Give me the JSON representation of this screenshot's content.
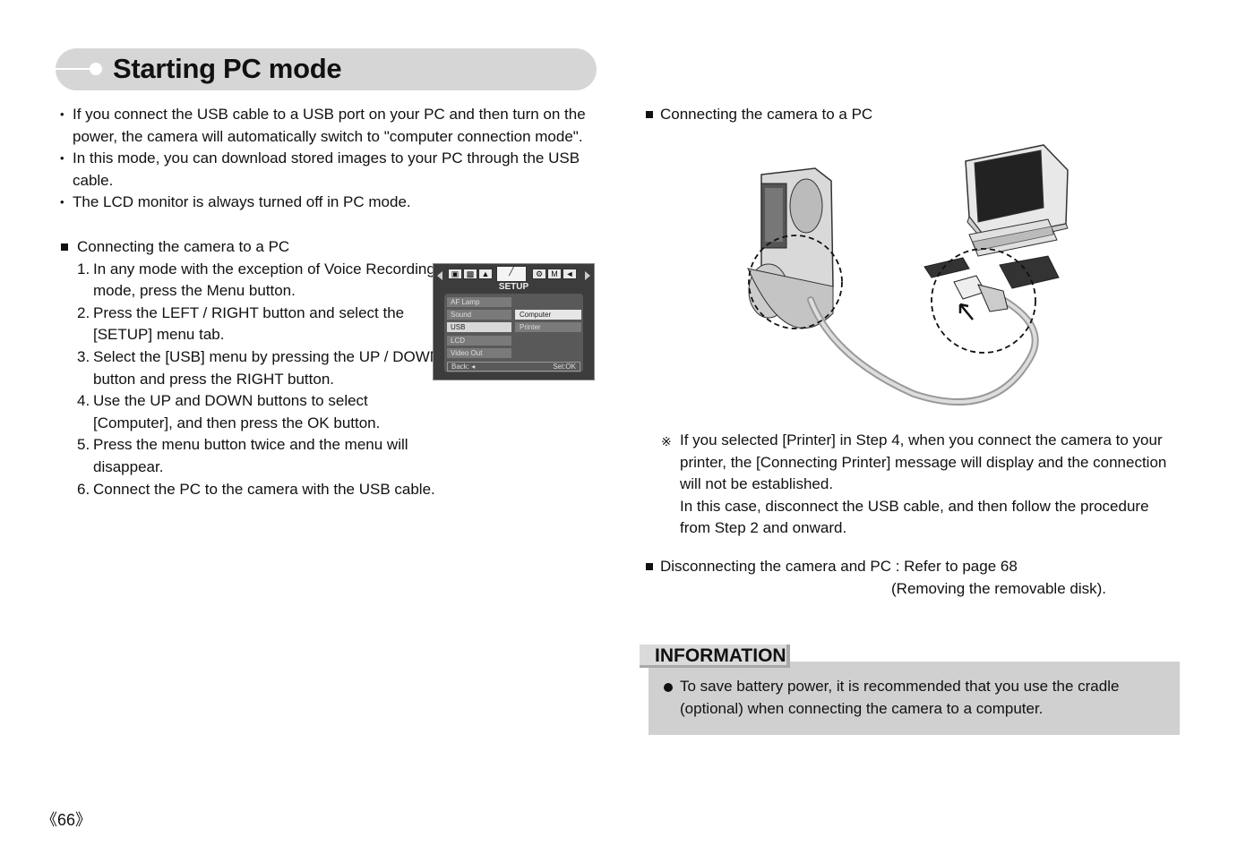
{
  "title": "Starting PC mode",
  "intro_bullets": [
    "If you connect the USB cable to a USB port on your PC and then turn on the power, the camera will automatically switch to \"computer connection mode\".",
    "In this mode, you can download stored images to your PC through the USB cable.",
    "The LCD monitor is always turned off in PC mode."
  ],
  "left_section": {
    "heading": "Connecting the camera to a PC",
    "steps": [
      {
        "num": "1.",
        "text": "In any mode with the exception of Voice Recording mode, press the Menu button."
      },
      {
        "num": "2.",
        "text": "Press the LEFT / RIGHT button and select the [SETUP] menu tab."
      },
      {
        "num": "3.",
        "text": "Select the [USB] menu by pressing the UP / DOWN button and press the RIGHT button."
      },
      {
        "num": "4.",
        "text": "Use the UP and DOWN buttons to select [Computer], and then press the OK button."
      },
      {
        "num": "5.",
        "text": "Press the menu button twice and the menu will disappear."
      },
      {
        "num": "6.",
        "text": "Connect the PC to the camera with the USB cable."
      }
    ]
  },
  "lcd_menu": {
    "tab_title": "SETUP",
    "tab_m": "M",
    "items": [
      "AF Lamp",
      "Sound",
      "USB",
      "LCD",
      "Video Out"
    ],
    "selected_item": "USB",
    "options": [
      "Computer",
      "Printer"
    ],
    "selected_option": "Computer",
    "back_label": "Back: ◂",
    "set_label": "Set:OK"
  },
  "right_section": {
    "heading": "Connecting the camera to a PC"
  },
  "note": {
    "mark": "※",
    "lines": [
      "If you selected [Printer] in Step 4, when you connect the camera to your printer, the [Connecting Printer] message will display and the connection will not be established.",
      "In this case, disconnect the USB cable, and then follow the procedure from Step 2 and onward."
    ]
  },
  "disconnect": {
    "line1": "Disconnecting the camera and PC : Refer to page 68",
    "line2": "(Removing the removable disk)."
  },
  "information": {
    "label": "INFORMATION",
    "text": "To save battery power, it is recommended that you use the cradle (optional) when connecting the camera to a computer."
  },
  "page_number": "《66》"
}
